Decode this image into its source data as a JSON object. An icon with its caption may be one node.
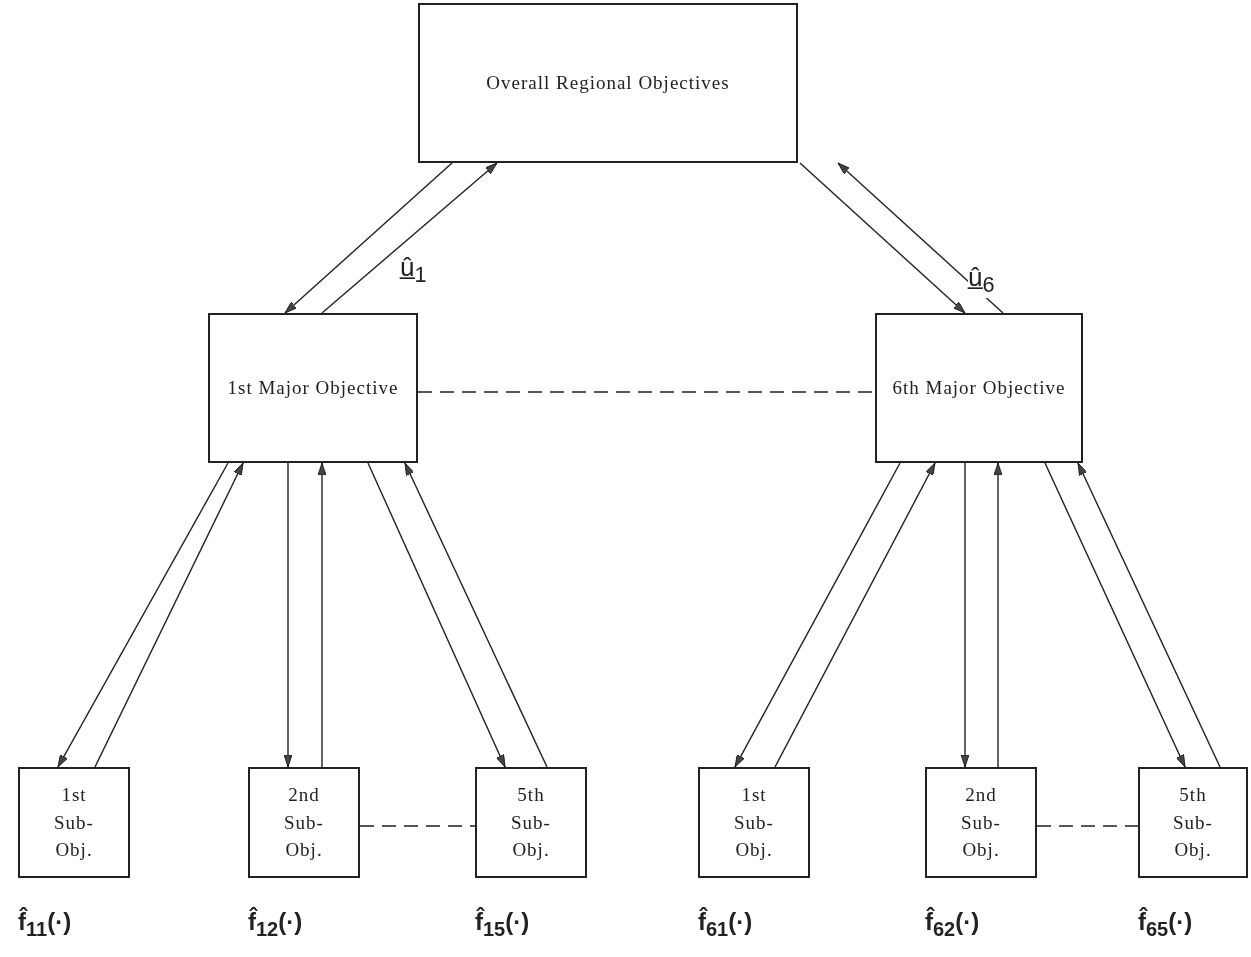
{
  "diagram": {
    "nodes": [
      {
        "text": [
          "Overall Regional Objectives"
        ]
      },
      {
        "text": [
          "1st Major Objective"
        ]
      },
      {
        "text": [
          "6th Major Objective"
        ]
      },
      {
        "text": [
          "1st Sub-Obj."
        ],
        "beside": [
          "f̂$_{11}$(·)"
        ]
      },
      {
        "text": [
          "2nd Sub-Obj."
        ],
        "beside": [
          "f̂$_{12}$(·)"
        ]
      },
      {
        "text": [
          "5th Sub-Obj."
        ],
        "beside": [
          "f̂$_{15}$(·)"
        ]
      },
      {
        "text": [
          "1st Sub-Obj."
        ],
        "beside": [
          "f̂$_{61}$(·)"
        ]
      },
      {
        "text": [
          "2nd Sub-Obj."
        ],
        "beside": [
          "f̂$_{62}$(·)"
        ]
      },
      {
        "text": [
          "5th Sub-Obj."
        ],
        "beside": [
          "f̂$_{65}$(·)"
        ]
      }
    ],
    "edges": [
      {
        "from": 0,
        "to": 1,
        "arrow": "to"
      },
      {
        "from": 1,
        "to": 0,
        "arrow": "to",
        "label": "û̲$_{1}$"
      },
      {
        "from": 0,
        "to": 2,
        "arrow": "to"
      },
      {
        "from": 2,
        "to": 0,
        "arrow": "to",
        "label": "û̲$_{6}$"
      },
      {
        "from": 1,
        "to": 2,
        "arrow": "none",
        "style": "dashed"
      },
      {
        "from": 1,
        "to": 3,
        "arrow": "to"
      },
      {
        "from": 3,
        "to": 1,
        "arrow": "to"
      },
      {
        "from": 1,
        "to": 4,
        "arrow": "to"
      },
      {
        "from": 4,
        "to": 1,
        "arrow": "to"
      },
      {
        "from": 1,
        "to": 5,
        "arrow": "to"
      },
      {
        "from": 5,
        "to": 1,
        "arrow": "to"
      },
      {
        "from": 4,
        "to": 5,
        "arrow": "none",
        "style": "dashed"
      },
      {
        "from": 2,
        "to": 6,
        "arrow": "to"
      },
      {
        "from": 6,
        "to": 2,
        "arrow": "to"
      },
      {
        "from": 2,
        "to": 7,
        "arrow": "to"
      },
      {
        "from": 7,
        "to": 2,
        "arrow": "to"
      },
      {
        "from": 2,
        "to": 8,
        "arrow": "to"
      },
      {
        "from": 8,
        "to": 2,
        "arrow": "to"
      },
      {
        "from": 7,
        "to": 8,
        "arrow": "none",
        "style": "dashed"
      }
    ]
  }
}
